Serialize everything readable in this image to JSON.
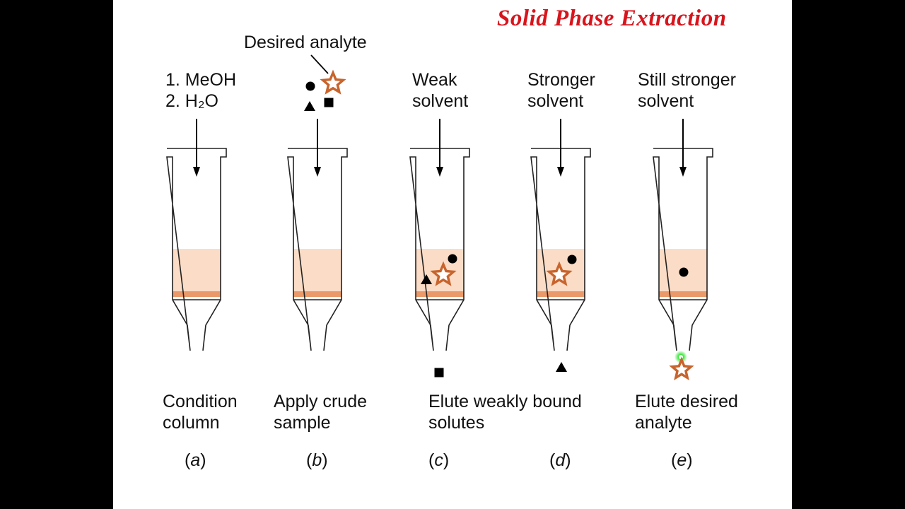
{
  "title": "Solid Phase Extraction",
  "annotation": "Desired analyte",
  "colors": {
    "packing": "#fbdcc6",
    "frit": "#ea9a6a",
    "star": "#c8642c",
    "title": "#d8141c",
    "glow": "#33e633"
  },
  "steps": [
    {
      "id": "a",
      "top_lines": [
        "1. MeOH",
        "2. H₂O"
      ],
      "bottom_lines": [
        "Condition",
        "column"
      ],
      "letter": "a"
    },
    {
      "id": "b",
      "top_lines": [],
      "bottom_lines": [
        "Apply crude",
        "sample"
      ],
      "letter": "b"
    },
    {
      "id": "c",
      "top_lines": [
        "Weak",
        "solvent"
      ],
      "bottom_lines": [
        "Elute weakly bound",
        "solutes"
      ],
      "letter": "c"
    },
    {
      "id": "d",
      "top_lines": [
        "Stronger",
        "solvent"
      ],
      "bottom_lines": [],
      "letter": "d"
    },
    {
      "id": "e",
      "top_lines": [
        "Still stronger",
        "solvent"
      ],
      "bottom_lines": [
        "Elute desired",
        "analyte"
      ],
      "letter": "e"
    }
  ]
}
